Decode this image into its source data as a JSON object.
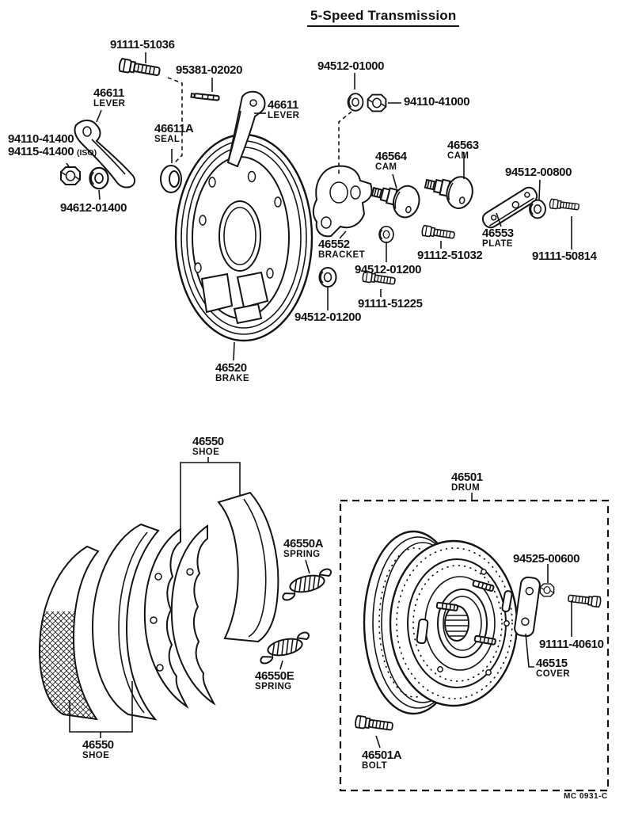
{
  "page": {
    "title": "5-Speed Transmission",
    "doc_code": "MC 0931-C"
  },
  "colors": {
    "ink": "#141414",
    "paper": "#ffffff"
  },
  "labels": {
    "bolt_91111_51036": {
      "pn": "91111-51036"
    },
    "pin_95381_02020": {
      "pn": "95381-02020"
    },
    "lever_left": {
      "pn": "46611",
      "caption": "LEVER"
    },
    "seal_46611A": {
      "pn": "46611A",
      "caption": "SEAL"
    },
    "nut_94110_41400": {
      "pn": "94110-41400"
    },
    "nut_94115_41400": {
      "pn": "94115-41400",
      "suffix": "(ISO)"
    },
    "washer_94612_01400": {
      "pn": "94612-01400"
    },
    "lever_right": {
      "pn": "46611",
      "caption": "LEVER"
    },
    "washer_94512_01000": {
      "pn": "94512-01000"
    },
    "nut_94110_41000": {
      "pn": "94110-41000"
    },
    "cam_46564": {
      "pn": "46564",
      "caption": "CAM"
    },
    "cam_46563": {
      "pn": "46563",
      "caption": "CAM"
    },
    "washer_94512_00800": {
      "pn": "94512-00800"
    },
    "bracket_46552": {
      "pn": "46552",
      "caption": "BRACKET"
    },
    "plate_46553": {
      "pn": "46553",
      "caption": "PLATE"
    },
    "bolt_91112_51032": {
      "pn": "91112-51032"
    },
    "bolt_91111_50814": {
      "pn": "91111-50814"
    },
    "washer_94512_01200_right": {
      "pn": "94512-01200"
    },
    "bolt_91111_51225": {
      "pn": "91111-51225"
    },
    "washer_94512_01200_left": {
      "pn": "94512-01200"
    },
    "brake_46520": {
      "pn": "46520",
      "caption": "BRAKE"
    },
    "shoe_46550_top": {
      "pn": "46550",
      "caption": "SHOE"
    },
    "drum_46501": {
      "pn": "46501",
      "caption": "DRUM"
    },
    "spring_46550A": {
      "pn": "46550A",
      "caption": "SPRING"
    },
    "nut_94525_00600": {
      "pn": "94525-00600"
    },
    "bolt_91111_40610": {
      "pn": "91111-40610"
    },
    "cover_46515": {
      "pn": "46515",
      "caption": "COVER"
    },
    "spring_46550E": {
      "pn": "46550E",
      "caption": "SPRING"
    },
    "shoe_46550_bottom": {
      "pn": "46550",
      "caption": "SHOE"
    },
    "bolt_46501A": {
      "pn": "46501A",
      "caption": "BOLT"
    }
  }
}
